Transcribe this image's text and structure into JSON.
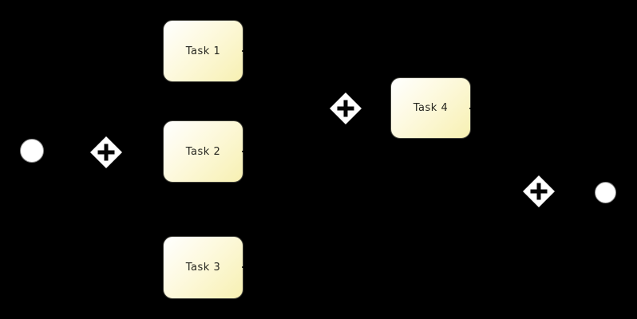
{
  "diagram": {
    "type": "bpmn-process",
    "background_color": "#000000",
    "tasks": [
      {
        "id": "task1",
        "label": "Task 1"
      },
      {
        "id": "task2",
        "label": "Task 2"
      },
      {
        "id": "task3",
        "label": "Task 3"
      },
      {
        "id": "task4",
        "label": "Task 4"
      }
    ],
    "gateways": [
      {
        "id": "gateway1",
        "type": "parallel",
        "symbol": "+"
      },
      {
        "id": "gateway2",
        "type": "parallel",
        "symbol": "+"
      },
      {
        "id": "gateway3",
        "type": "parallel",
        "symbol": "+"
      }
    ],
    "events": [
      {
        "id": "start-event",
        "kind": "start",
        "shape": "circle"
      },
      {
        "id": "end-event",
        "kind": "end",
        "shape": "circle"
      }
    ],
    "colors": {
      "task_fill_top": "#ffffff",
      "task_fill_bottom": "#f7f0b2",
      "task_border": "#3f3f38",
      "task_text": "#26261f",
      "gateway_fill": "#ffffff",
      "gateway_symbol": "#050505",
      "event_fill": "#ffffff",
      "connector": "#000000"
    }
  }
}
